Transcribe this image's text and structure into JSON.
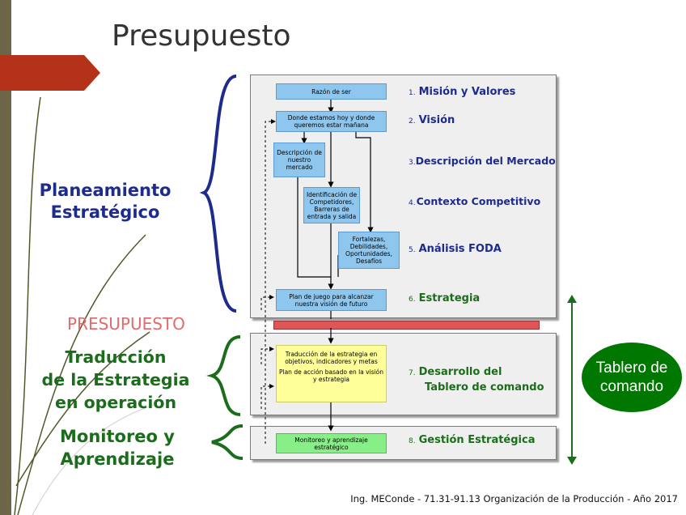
{
  "title": "Presupuesto",
  "colors": {
    "red_tab": "#b5321a",
    "blue_brace": "#1d2b8c",
    "green": "#1a6d1a",
    "box_blue": "#8ec6ee",
    "box_yellow": "#ffff99",
    "box_green": "#88ee88",
    "budget_bar": "#e05555"
  },
  "phases": {
    "planning": {
      "line1": "Planeamiento",
      "line2": "Estratégico"
    },
    "budget_label": "PRESUPUESTO",
    "translation": {
      "line1": "Traducción",
      "line2": "de la Estrategia",
      "line3": "en operación"
    },
    "monitoring": {
      "line1": "Monitoreo y",
      "line2": "Aprendizaje"
    }
  },
  "boxes": {
    "razon": "Razón de ser",
    "donde": "Donde estamos hoy y donde queremos estar mañana",
    "descripcion": "Descripción de nuestro mercado",
    "identificacion": "Identificación de Competidores, Barreras de entrada y salida",
    "fortalezas": "Fortalezas, Debilidades, Oportunidades, Desafíos",
    "plan": "Plan de juego para alcanzar nuestra visión de futuro",
    "traduccion": "Traducción de la estrategia en objetivos, indicadores y metas",
    "plan_accion": "Plan de acción basado en la visión y estrategia",
    "monitoreo": "Monitoreo y aprendizaje estratégico"
  },
  "steps": [
    {
      "num": "1.",
      "label": "Misión y Valores"
    },
    {
      "num": "2.",
      "label": "Visión"
    },
    {
      "num": "3.",
      "label": "Descripción del Mercado"
    },
    {
      "num": "4.",
      "label": "Contexto Competitivo"
    },
    {
      "num": "5.",
      "label": "Análisis FODA"
    },
    {
      "num": "6.",
      "label": "Estrategia"
    },
    {
      "num": "7.",
      "label": "Desarrollo del",
      "label2": "Tablero de comando"
    },
    {
      "num": "8.",
      "label": "Gestión Estratégica"
    }
  ],
  "tablero": {
    "line1": "Tablero de",
    "line2": "comando"
  },
  "footer": "Ing. MEConde - 71.31-91.13 Organización de la Producción - Año 2017"
}
